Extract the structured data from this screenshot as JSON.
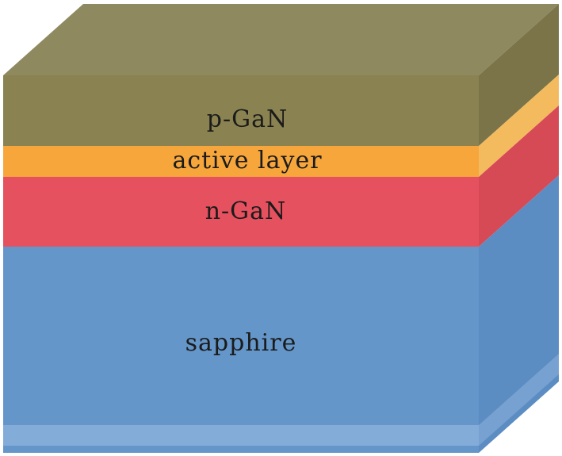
{
  "diagram": {
    "description": "3D layered LED semiconductor structure",
    "layers": [
      {
        "label": "p-GaN"
      },
      {
        "label": "active layer"
      },
      {
        "label": "n-GaN"
      },
      {
        "label": "sapphire"
      }
    ]
  },
  "colors": {
    "background": "#ffffff",
    "text": "#1b1b1b",
    "pgan_top": "#8e895f",
    "pgan_front": "#8a8351",
    "pgan_side": "#7a7448",
    "active_front": "#f7a63b",
    "active_side": "#f4ba5e",
    "ngan_front": "#e5515f",
    "ngan_side": "#d64a56",
    "sapphire_front": "#6496c9",
    "sapphire_side": "#5b8cc2",
    "sapphire_strip_front": "#83acd9",
    "sapphire_strip_side": "#76a1d1"
  }
}
